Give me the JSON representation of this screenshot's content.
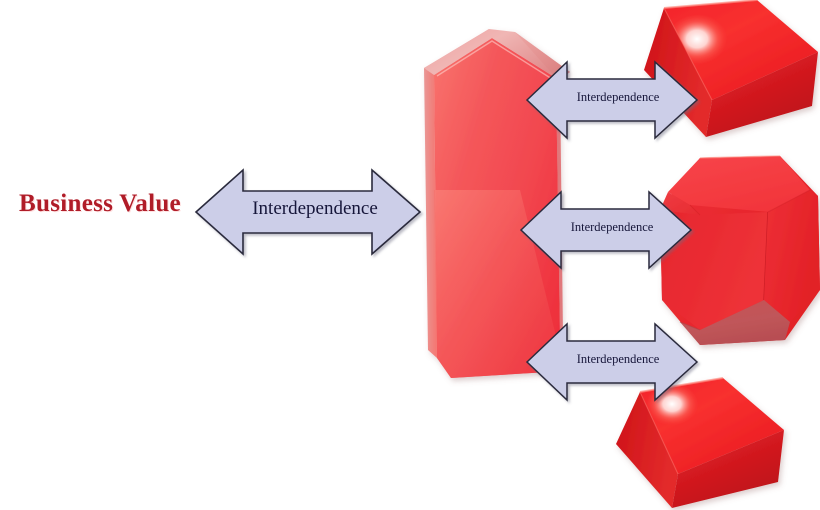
{
  "diagram": {
    "title_label": "Business Value",
    "title_color": "#B01C28",
    "background_color": "#FFFFFF",
    "arrow_fill_color": "#CCCEE8",
    "arrow_stroke_color": "#2B2B3C",
    "shape_color": "#F0464C",
    "arrows": [
      {
        "name": "main",
        "label": "Interdependence"
      },
      {
        "name": "top",
        "label": "Interdependence"
      },
      {
        "name": "middle",
        "label": "Interdependence"
      },
      {
        "name": "bottom",
        "label": "Interdependence"
      }
    ],
    "shapes": [
      {
        "name": "pentagon-3d",
        "icon": "pentagon-prism-shape"
      },
      {
        "name": "cube-top",
        "icon": "cube-shape"
      },
      {
        "name": "dodecahedron",
        "icon": "dodecahedron-shape"
      },
      {
        "name": "cube-bottom",
        "icon": "cube-shape"
      }
    ]
  }
}
